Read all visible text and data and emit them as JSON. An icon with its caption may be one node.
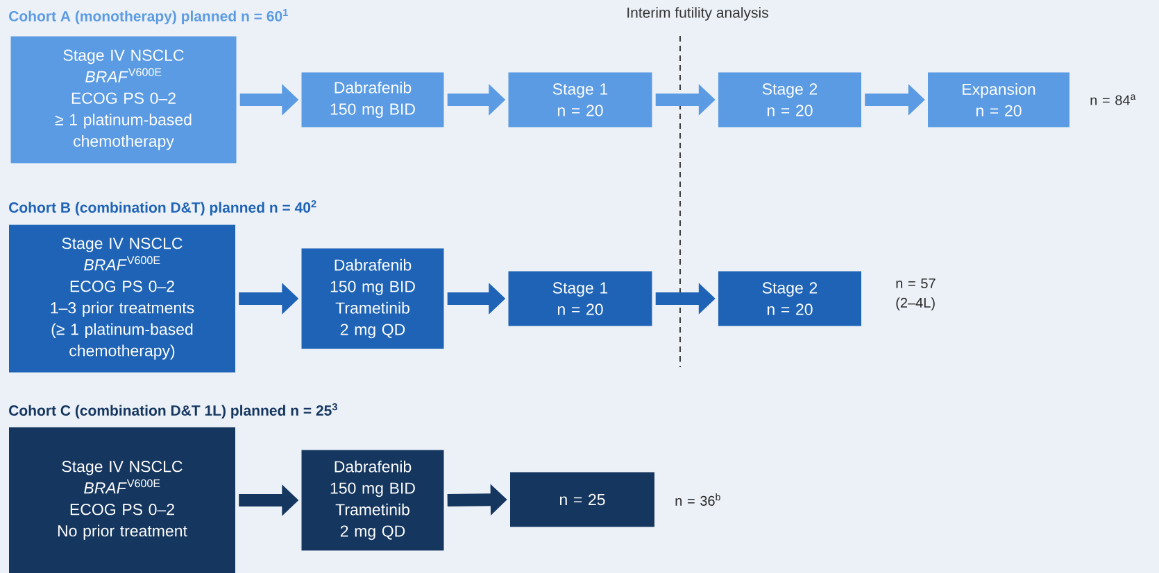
{
  "diagram": {
    "nodes": [
      {
        "text": [
          "Stage IV NSCLC",
          "*BRAF*$^{V600E}$",
          "ECOG PS 0–2",
          "≥ 1 platinum-based chemotherapy"
        ]
      },
      {
        "text": [
          "Dabrafenib",
          "150 mg BID"
        ]
      },
      {
        "text": [
          "Stage 1",
          "n = 20"
        ]
      },
      {
        "text": [
          "Stage 2",
          "n = 20"
        ]
      },
      {
        "text": [
          "Expansion",
          "n = 20"
        ],
        "beside": [
          "n = 84$^{a}$"
        ]
      },
      {
        "text": [
          "Stage IV NSCLC",
          "*BRAF*$^{V600E}$",
          "ECOG PS 0–2",
          "1–3 prior treatments",
          "(≥ 1 platinum-based chemotherapy)"
        ]
      },
      {
        "text": [
          "Dabrafenib",
          "150 mg BID",
          "Trametinib",
          "2 mg QD"
        ]
      },
      {
        "text": [
          "Stage 1",
          "n = 20"
        ]
      },
      {
        "text": [
          "Stage 2",
          "n = 20"
        ],
        "beside": [
          "n = 57 (2–4L)"
        ]
      },
      {
        "text": [
          "Stage IV NSCLC",
          "*BRAF*$^{V600E}$",
          "ECOG PS 0–2",
          "No prior treatment"
        ]
      },
      {
        "text": [
          "Dabrafenib",
          "150 mg BID",
          "Trametinib",
          "2 mg QD"
        ]
      },
      {
        "text": [
          "n = 25"
        ],
        "beside": [
          "n = 36$^{b}$"
        ]
      }
    ],
    "edges": [
      {
        "from": 0,
        "to": 1,
        "arrow": "to",
        "color": "#5b9be3"
      },
      {
        "from": 1,
        "to": 2,
        "arrow": "to",
        "color": "#5b9be3"
      },
      {
        "from": 2,
        "to": 3,
        "arrow": "to",
        "color": "#5b9be3"
      },
      {
        "from": 3,
        "to": 4,
        "arrow": "to",
        "color": "#5b9be3"
      },
      {
        "from": 5,
        "to": 6,
        "arrow": "to",
        "color": "#1e63b5"
      },
      {
        "from": 6,
        "to": 7,
        "arrow": "to",
        "color": "#1e63b5"
      },
      {
        "from": 7,
        "to": 8,
        "arrow": "to",
        "color": "#1e63b5"
      },
      {
        "from": 9,
        "to": 10,
        "arrow": "to",
        "color": "#15365f"
      },
      {
        "from": 10,
        "to": 11,
        "arrow": "to",
        "color": "#15365f"
      }
    ],
    "labels": [
      "Cohort A (monotherapy) planned n = 60$^{1}$",
      "Interim futility analysis",
      "Cohort B (combination D&T) planned n = 40$^{2}$",
      "Cohort C (combination D&T 1L) planned n = 25$^{3}$"
    ]
  }
}
